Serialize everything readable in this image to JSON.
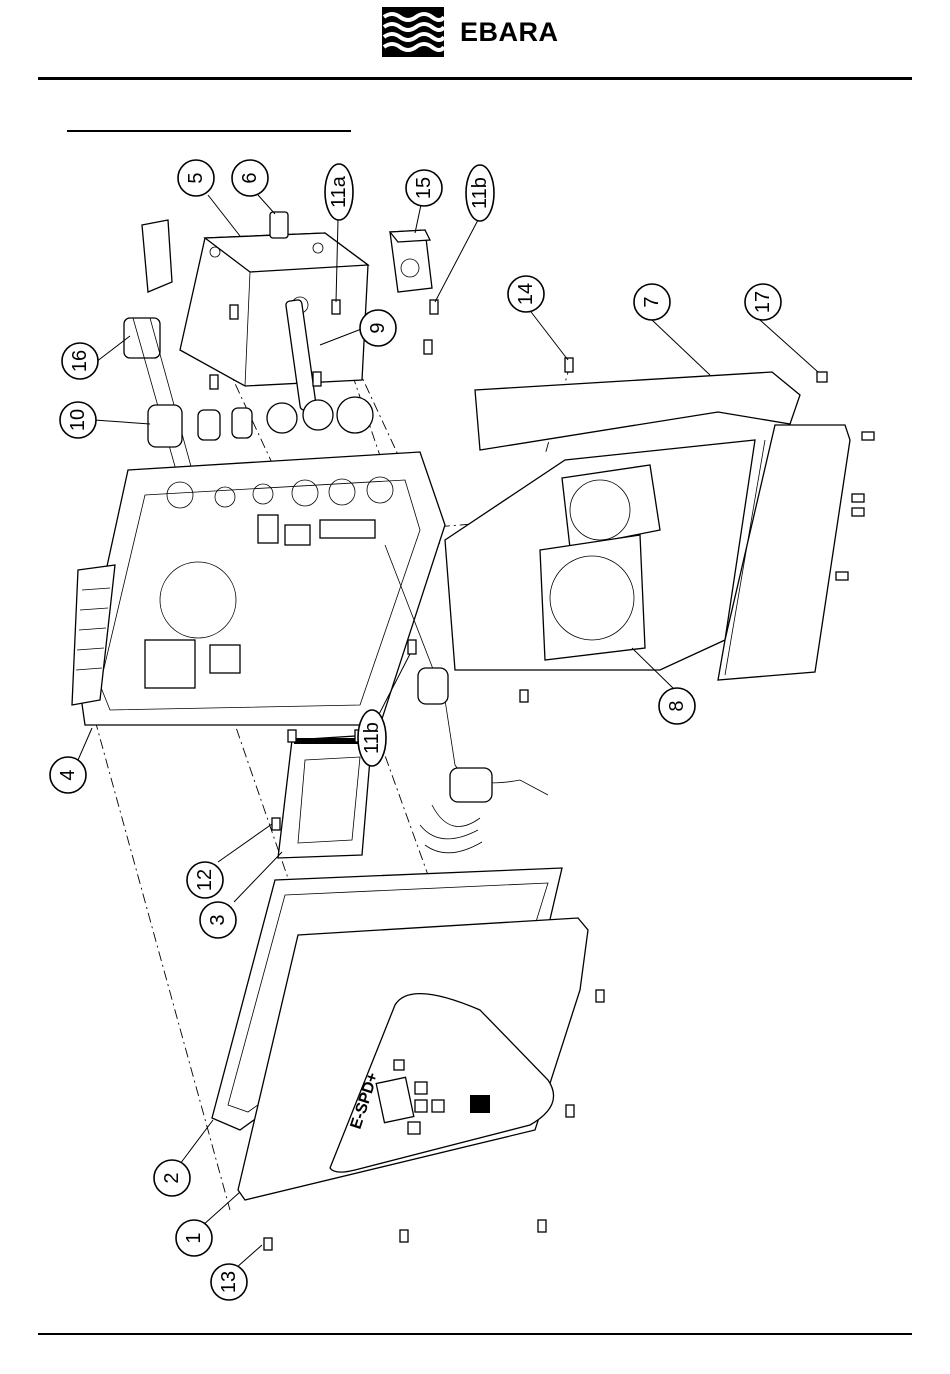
{
  "brand": {
    "name": "EBARA"
  },
  "display_text": "E-SPD+",
  "callouts": [
    {
      "id": "c5",
      "label": "5"
    },
    {
      "id": "c6",
      "label": "6"
    },
    {
      "id": "c11a",
      "label": "11a"
    },
    {
      "id": "c15",
      "label": "15"
    },
    {
      "id": "c11b_top",
      "label": "11b"
    },
    {
      "id": "c14",
      "label": "14"
    },
    {
      "id": "c7",
      "label": "7"
    },
    {
      "id": "c17",
      "label": "17"
    },
    {
      "id": "c9",
      "label": "9"
    },
    {
      "id": "c16",
      "label": "16"
    },
    {
      "id": "c10",
      "label": "10"
    },
    {
      "id": "c4",
      "label": "4"
    },
    {
      "id": "c11b_mid",
      "label": "11b"
    },
    {
      "id": "c8",
      "label": "8"
    },
    {
      "id": "c12",
      "label": "12"
    },
    {
      "id": "c3",
      "label": "3"
    },
    {
      "id": "c2",
      "label": "2"
    },
    {
      "id": "c1",
      "label": "1"
    },
    {
      "id": "c13",
      "label": "13"
    }
  ]
}
